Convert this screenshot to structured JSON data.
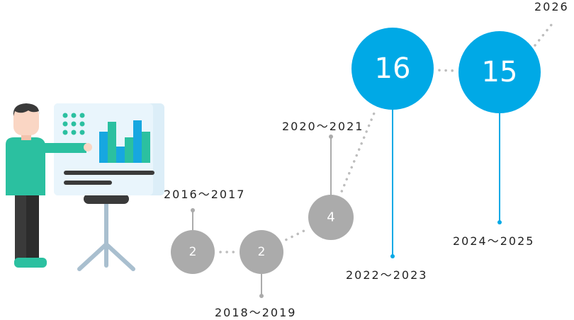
{
  "colors": {
    "blue": "#00A9E6",
    "gray": "#ABABAB",
    "connector": "#BDBDBD",
    "label": "#222222"
  },
  "timeline": {
    "nodes": [
      {
        "period": "2016～2017",
        "count": "2",
        "highlight": false
      },
      {
        "period": "2018～2019",
        "count": "2",
        "highlight": false
      },
      {
        "period": "2020～2021",
        "count": "4",
        "highlight": false
      },
      {
        "period": "2022～2023",
        "count": "16",
        "highlight": true
      },
      {
        "period": "2024～2025",
        "count": "15",
        "highlight": true
      }
    ],
    "next_period": "2026"
  },
  "illustration": {
    "icon": "presenter-with-chart-board-icon"
  }
}
